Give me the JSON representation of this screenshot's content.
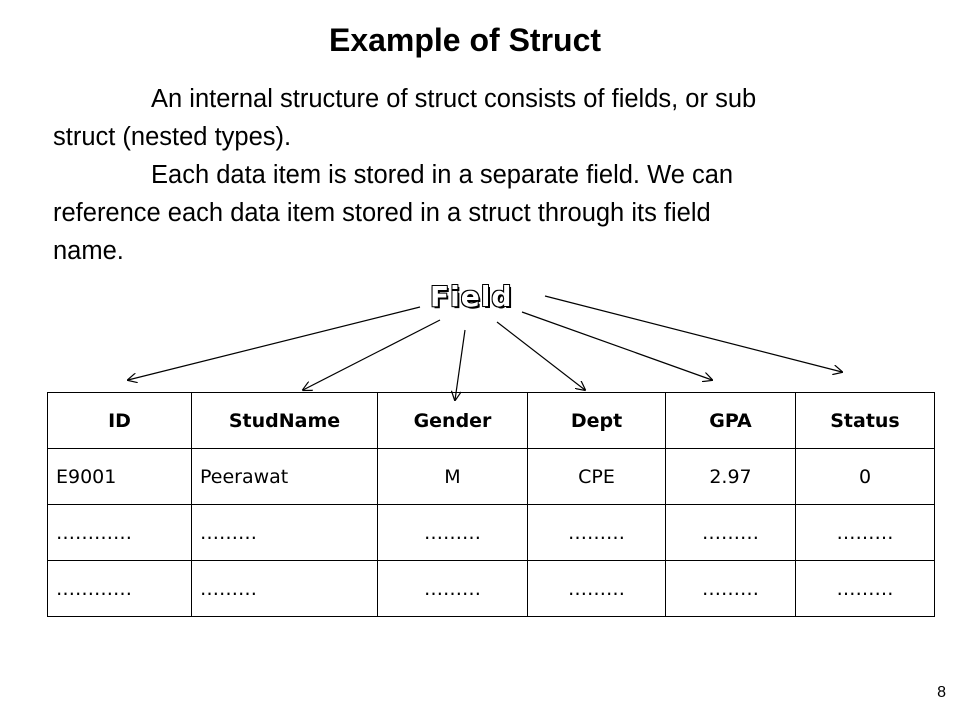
{
  "slide": {
    "title": "Example of Struct",
    "paragraph1_line1": "An internal structure of struct consists of fields, or sub",
    "paragraph1_line2": "struct (nested types).",
    "paragraph2_line1": "Each data item is stored in a separate  field. We can",
    "paragraph2_line2": "reference each data item stored in a struct through its field",
    "paragraph2_line3": "name.",
    "field_label": "Field",
    "page_number": "8"
  },
  "table": {
    "headers": [
      "ID",
      "StudName",
      "Gender",
      "Dept",
      "GPA",
      "Status"
    ],
    "rows": [
      [
        "E9001",
        "Peerawat",
        "M",
        "CPE",
        "2.97",
        "0"
      ],
      [
        "…………",
        "………",
        "………",
        "………",
        "………",
        "………"
      ],
      [
        "…………",
        "………",
        "………",
        "………",
        "………",
        "………"
      ]
    ]
  }
}
